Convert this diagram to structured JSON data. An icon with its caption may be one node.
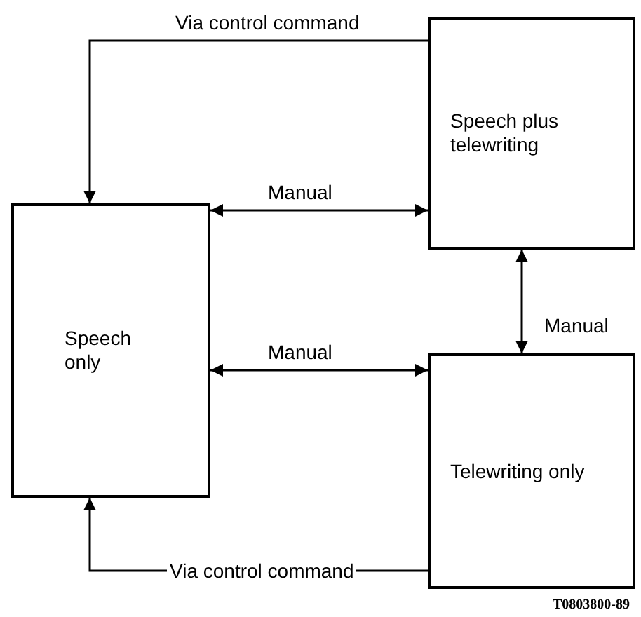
{
  "diagram": {
    "nodes": [
      {
        "text": [
          "Speech only"
        ]
      },
      {
        "text": [
          "Speech plus telewriting"
        ]
      },
      {
        "text": [
          "Telewriting only"
        ]
      }
    ],
    "edges": [
      {
        "from": 1,
        "to": 0,
        "arrow": "to",
        "label": "Via control command"
      },
      {
        "from": 0,
        "to": 1,
        "arrow": "both",
        "label": "Manual"
      },
      {
        "from": 0,
        "to": 2,
        "arrow": "both",
        "label": "Manual"
      },
      {
        "from": 1,
        "to": 2,
        "arrow": "both",
        "label": "Manual"
      },
      {
        "from": 2,
        "to": 0,
        "arrow": "to",
        "label": "Via control command"
      }
    ],
    "labels": [
      "T0803800-89"
    ]
  }
}
